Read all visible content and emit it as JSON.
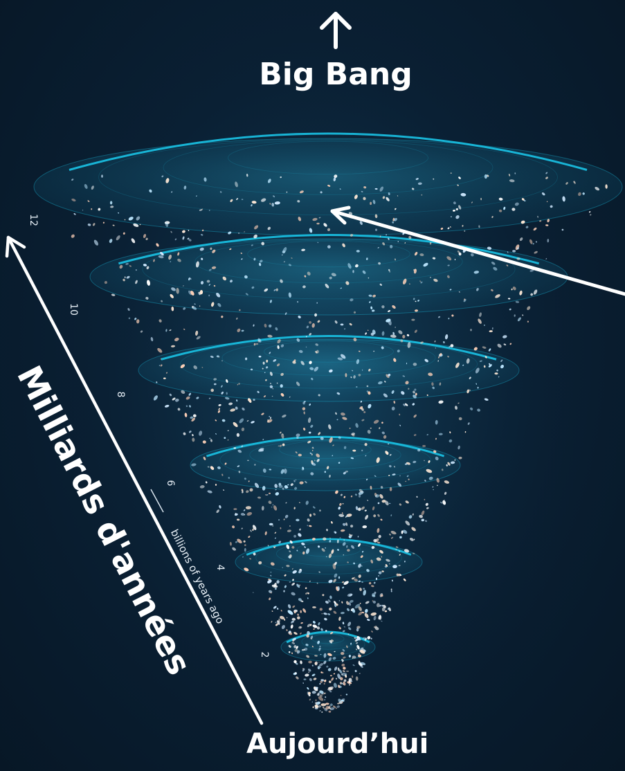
{
  "labels": {
    "top": "Big Bang",
    "bottom": "Aujourd’hui",
    "axis_title": "Milliards d'années",
    "axis_unit": "billions of years ago"
  },
  "axis_ticks": [
    "12",
    "10",
    "8",
    "6",
    "4",
    "2"
  ],
  "colors": {
    "background": "#0a2034",
    "disc_rim": "#19c3e6",
    "arrows": "#ffffff"
  },
  "icons": [
    "up-arrow-icon"
  ]
}
